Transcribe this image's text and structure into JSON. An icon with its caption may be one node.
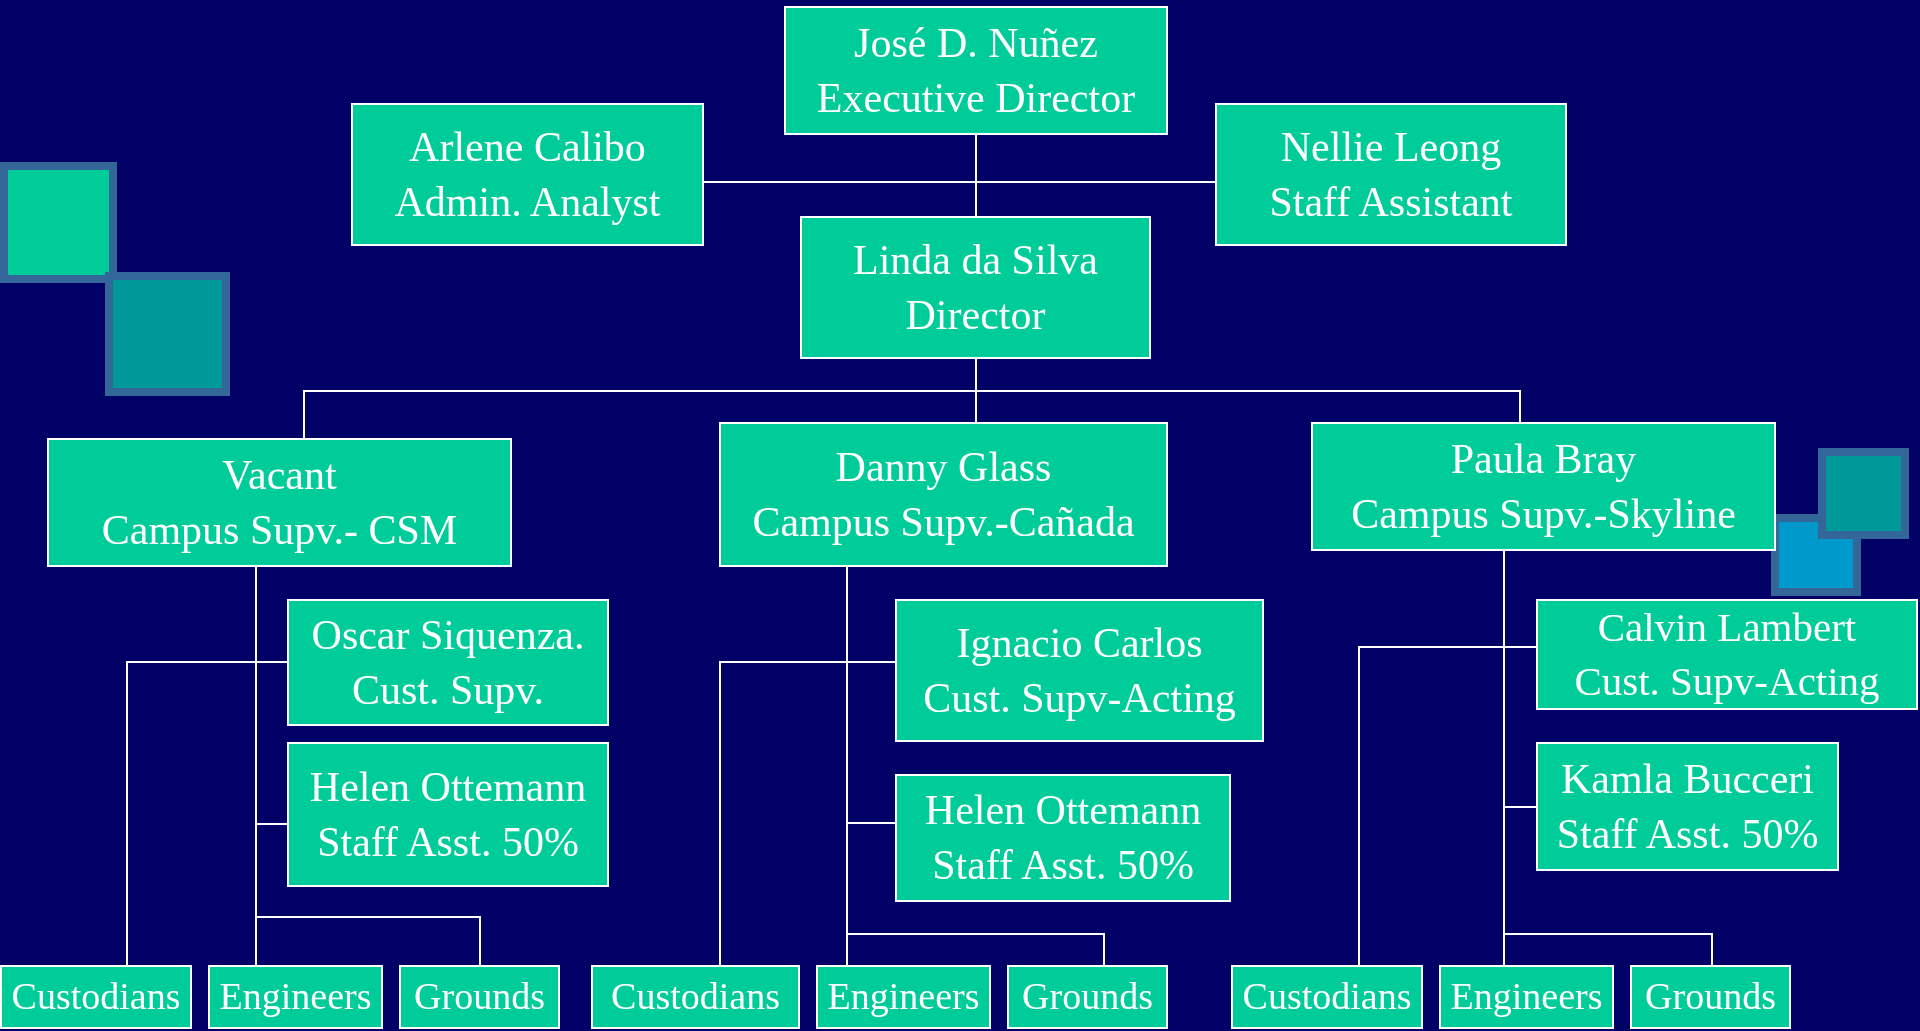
{
  "diagram": {
    "nodes": [
      {
        "text": [
          "José D. Nuñez",
          "Executive Director"
        ]
      },
      {
        "text": [
          "Arlene Calibo",
          "Admin. Analyst"
        ]
      },
      {
        "text": [
          "Nellie Leong",
          "Staff Assistant"
        ]
      },
      {
        "text": [
          "Linda da Silva",
          "Director"
        ]
      },
      {
        "text": [
          "Vacant",
          "Campus Supv.- CSM"
        ]
      },
      {
        "text": [
          "Danny Glass",
          "Campus Supv.-Cañada"
        ]
      },
      {
        "text": [
          "Paula Bray",
          "Campus Supv.-Skyline"
        ]
      },
      {
        "text": [
          "Oscar Siquenza.",
          "Cust. Supv."
        ]
      },
      {
        "text": [
          "Helen Ottemann",
          "Staff Asst. 50%"
        ]
      },
      {
        "text": [
          "Ignacio Carlos",
          "Cust. Supv-Acting"
        ]
      },
      {
        "text": [
          "Helen Ottemann",
          "Staff Asst. 50%"
        ]
      },
      {
        "text": [
          "Calvin Lambert",
          "Cust. Supv-Acting"
        ]
      },
      {
        "text": [
          "Kamla Bucceri",
          "Staff Asst. 50%"
        ]
      },
      {
        "text": [
          "Custodians"
        ]
      },
      {
        "text": [
          "Engineers"
        ]
      },
      {
        "text": [
          "Grounds"
        ]
      },
      {
        "text": [
          "Custodians"
        ]
      },
      {
        "text": [
          "Engineers"
        ]
      },
      {
        "text": [
          "Grounds"
        ]
      },
      {
        "text": [
          "Custodians"
        ]
      },
      {
        "text": [
          "Engineers"
        ]
      },
      {
        "text": [
          "Grounds"
        ]
      }
    ],
    "edges": [
      {
        "from": 0,
        "to": 1,
        "arrow": "none"
      },
      {
        "from": 0,
        "to": 2,
        "arrow": "none"
      },
      {
        "from": 0,
        "to": 3,
        "arrow": "none"
      },
      {
        "from": 3,
        "to": 4,
        "arrow": "none"
      },
      {
        "from": 3,
        "to": 5,
        "arrow": "none"
      },
      {
        "from": 3,
        "to": 6,
        "arrow": "none"
      },
      {
        "from": 4,
        "to": 7,
        "arrow": "none"
      },
      {
        "from": 4,
        "to": 8,
        "arrow": "none"
      },
      {
        "from": 4,
        "to": 14,
        "arrow": "none"
      },
      {
        "from": 4,
        "to": 15,
        "arrow": "none"
      },
      {
        "from": 7,
        "to": 13,
        "arrow": "none"
      },
      {
        "from": 5,
        "to": 9,
        "arrow": "none"
      },
      {
        "from": 5,
        "to": 10,
        "arrow": "none"
      },
      {
        "from": 5,
        "to": 17,
        "arrow": "none"
      },
      {
        "from": 5,
        "to": 18,
        "arrow": "none"
      },
      {
        "from": 9,
        "to": 16,
        "arrow": "none"
      },
      {
        "from": 6,
        "to": 11,
        "arrow": "none"
      },
      {
        "from": 6,
        "to": 12,
        "arrow": "none"
      },
      {
        "from": 6,
        "to": 20,
        "arrow": "none"
      },
      {
        "from": 6,
        "to": 21,
        "arrow": "none"
      },
      {
        "from": 11,
        "to": 19,
        "arrow": "none"
      }
    ]
  }
}
